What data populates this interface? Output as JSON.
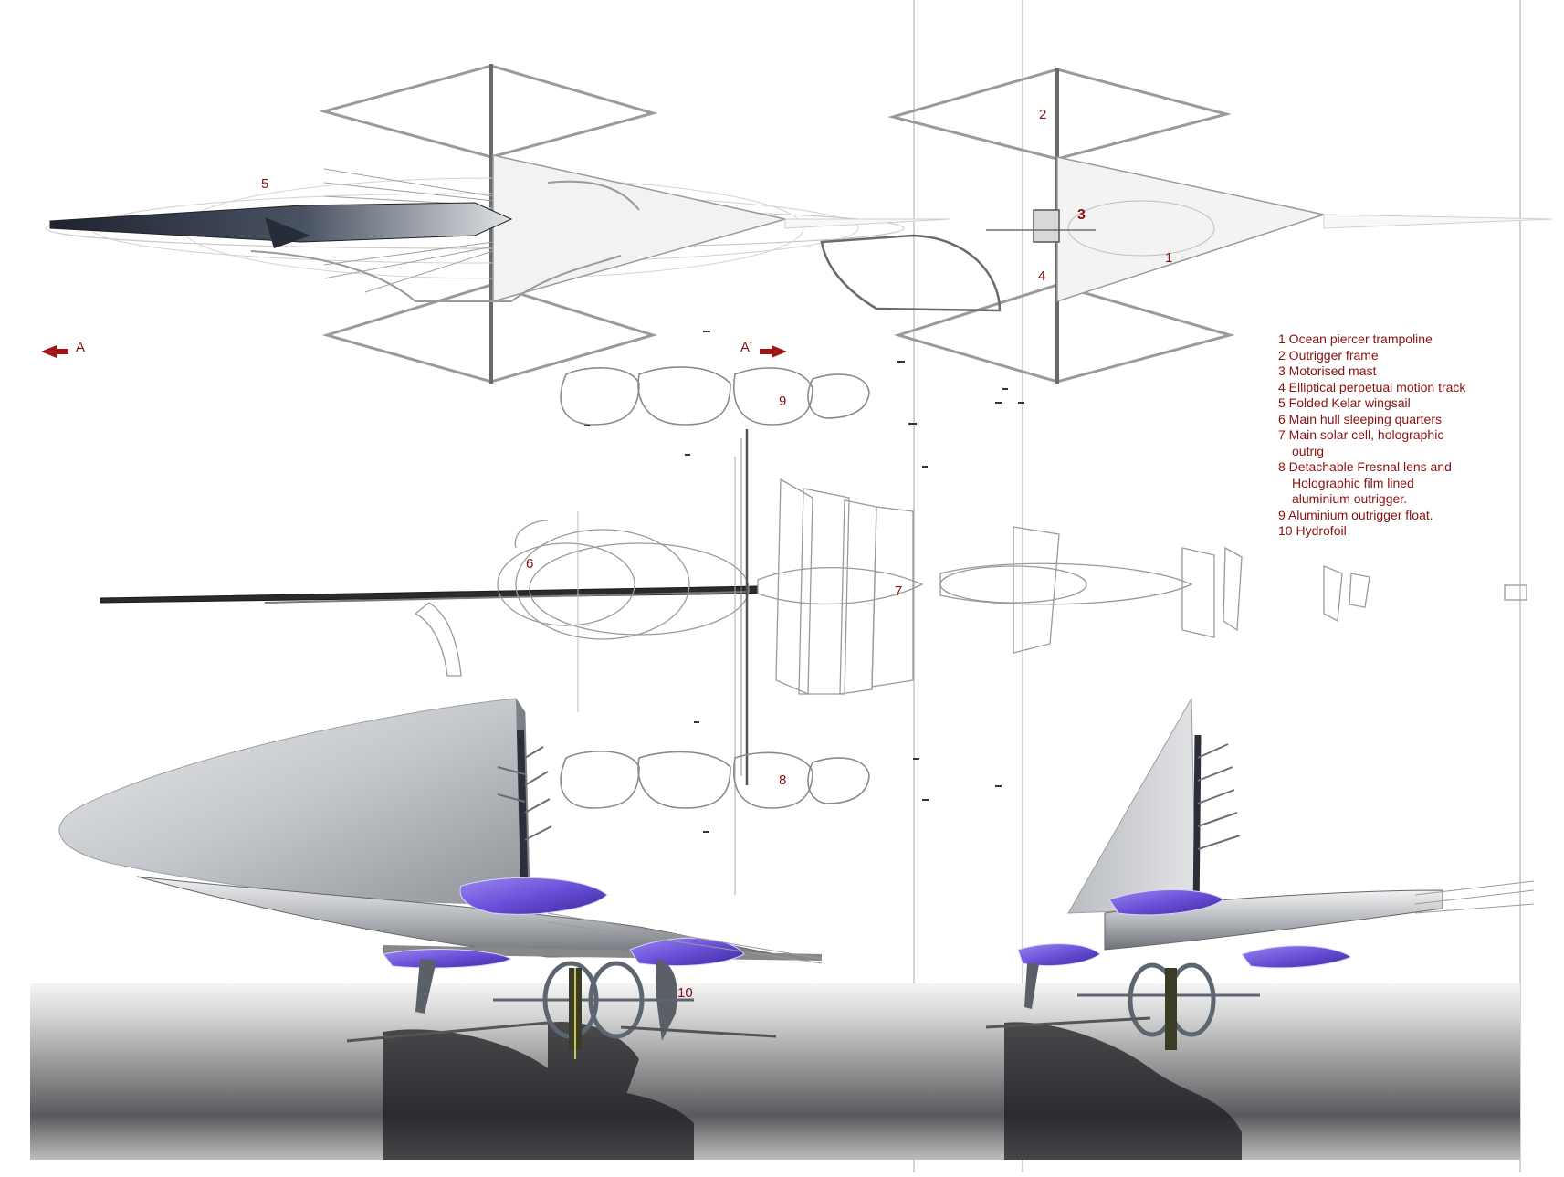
{
  "labels": {
    "n1": "1",
    "n2": "2",
    "n3": "3",
    "n4": "4",
    "n5": "5",
    "n6": "6",
    "n7": "7",
    "n8": "8",
    "n9": "9",
    "n10": "10"
  },
  "section": {
    "a": "A",
    "a_prime": "A'"
  },
  "legend": {
    "items": [
      "1 Ocean piercer trampoline",
      "2 Outrigger frame",
      "3 Motorised mast",
      "4 Elliptical perpetual motion track",
      "5 Folded Kelar wingsail",
      "6 Main hull sleeping quarters",
      "7 Main solar cell, holographic",
      "outrig",
      "8 Detachable Fresnal lens and",
      "Holographic film lined",
      "aluminium outrigger.",
      "9 Aluminium outrigger float.",
      "10 Hydrofoil"
    ]
  },
  "colors": {
    "label_red": "#8b1010",
    "arrow_red": "#a01414",
    "sail_purple": "#6a4fd8",
    "sail_grey": "#c9ccd0",
    "water_dark": "#2a2a2c"
  }
}
